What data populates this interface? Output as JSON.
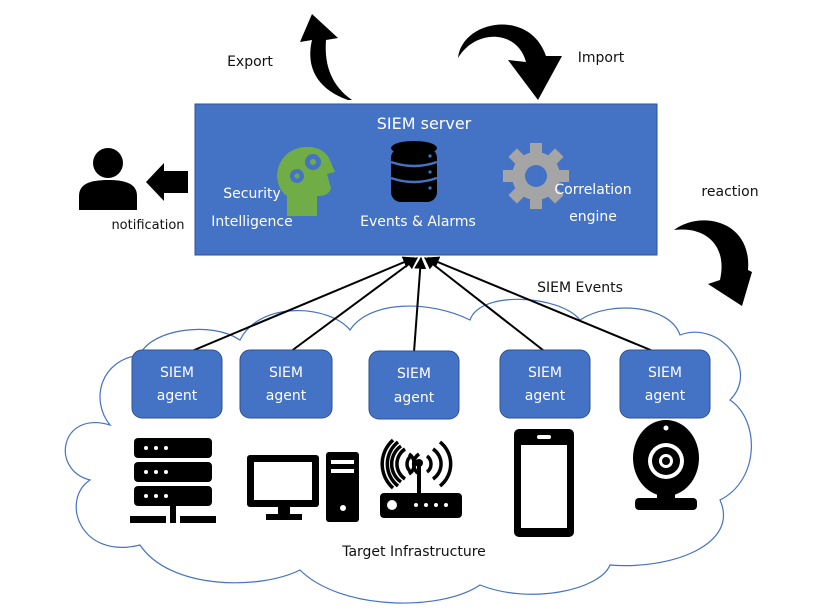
{
  "server": {
    "title": "SIEM server",
    "modules": [
      {
        "label_line1": "Security",
        "label_line2": "Intelligence",
        "icon": "brain-gears-icon",
        "icon_color": "#70AD47"
      },
      {
        "label_line1": "Events & Alarms",
        "label_line2": "",
        "icon": "database-icon",
        "icon_color": "#000000"
      },
      {
        "label_line1": "Correlation",
        "label_line2": "engine",
        "icon": "gear-icon",
        "icon_color": "#A5A5A5"
      }
    ],
    "fill_color": "#4472C4"
  },
  "flows": {
    "export": "Export",
    "import": "Import",
    "reaction": "reaction",
    "notification": "notification",
    "events": "SIEM Events"
  },
  "agents": [
    {
      "line1": "SIEM",
      "line2": "agent",
      "device": "server-rack-icon"
    },
    {
      "line1": "SIEM",
      "line2": "agent",
      "device": "desktop-computer-icon"
    },
    {
      "line1": "SIEM",
      "line2": "agent",
      "device": "wifi-router-icon"
    },
    {
      "line1": "SIEM",
      "line2": "agent",
      "device": "smartphone-icon"
    },
    {
      "line1": "SIEM",
      "line2": "agent",
      "device": "webcam-icon"
    }
  ],
  "infrastructure": {
    "label": "Target Infrastructure",
    "outline_color": "#4472C4"
  }
}
